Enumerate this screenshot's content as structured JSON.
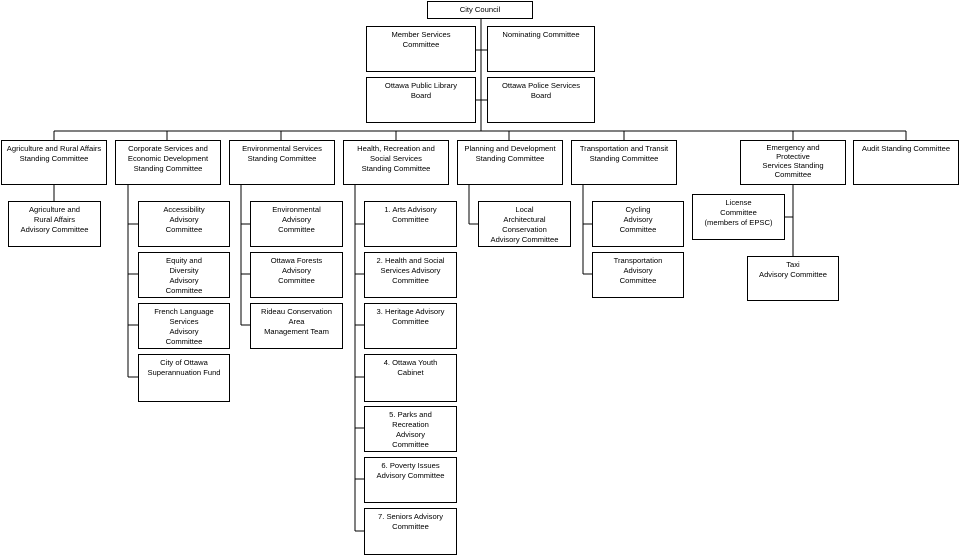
{
  "org_chart": {
    "root": "City Council",
    "council_bodies": {
      "member_services": "Member Services\nCommittee",
      "nominating": "Nominating Committee",
      "library_board": "Ottawa Public Library\nBoard",
      "police_board": "Ottawa Police Services\nBoard"
    },
    "standing_committees": {
      "agriculture": "Agriculture and Rural Affairs\nStanding Committee",
      "corporate": "Corporate Services and\nEconomic Development\nStanding Committee",
      "environmental": "Environmental Services\nStanding Committee",
      "health": "Health, Recreation and\nSocial Services\nStanding Committee",
      "planning": "Planning and Development\nStanding Committee",
      "transportation": "Transportation and Transit\nStanding Committee",
      "emergency": "Emergency and\nProtective\nServices Standing\nCommittee",
      "audit": "Audit Standing Committee"
    },
    "advisory": {
      "agriculture": [
        "Agriculture and\nRural Affairs\nAdvisory Committee"
      ],
      "corporate": [
        "Accessibility\nAdvisory\nCommittee",
        "Equity and\nDiversity\nAdvisory\nCommittee",
        "French Language\nServices\nAdvisory\nCommittee",
        "City of Ottawa\nSuperannuation Fund"
      ],
      "environmental": [
        "Environmental\nAdvisory\nCommittee",
        "Ottawa Forests\nAdvisory\nCommittee",
        "Rideau Conservation\nArea\nManagement Team"
      ],
      "health": [
        "1.  Arts Advisory\nCommittee",
        "2.  Health and Social\nServices Advisory\nCommittee",
        "3.  Heritage Advisory\nCommittee",
        "4.  Ottawa Youth\nCabinet",
        "5.  Parks and\nRecreation\nAdvisory\nCommittee",
        "6.  Poverty Issues\nAdvisory Committee",
        "7.  Seniors Advisory\nCommittee"
      ],
      "planning": [
        "Local\nArchitectural\nConservation\nAdvisory Committee"
      ],
      "transportation": [
        "Cycling\nAdvisory\nCommittee",
        "Transportation\nAdvisory\nCommittee"
      ],
      "emergency": [
        "License\nCommittee\n(members of EPSC)",
        "Taxi\nAdvisory Committee"
      ]
    }
  }
}
